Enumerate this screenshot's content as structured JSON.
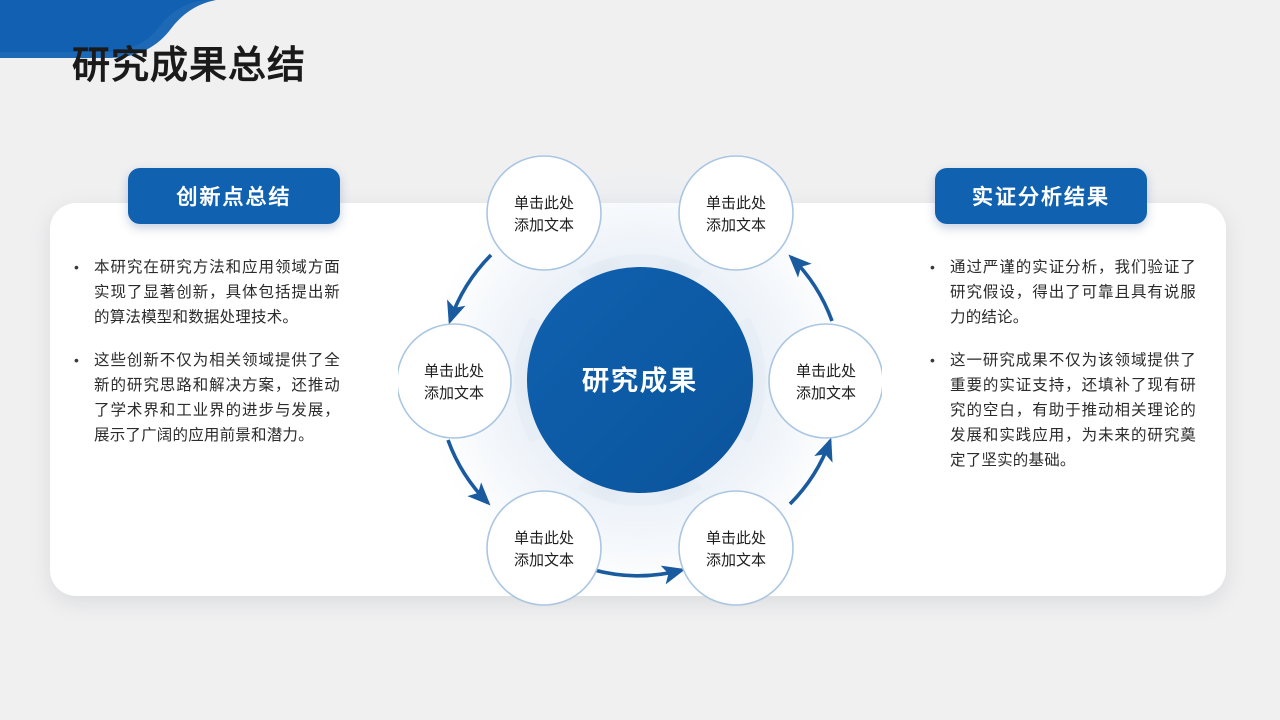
{
  "slide": {
    "title": "研究成果总结",
    "background_color": "#f0f0f1",
    "accent_color": "#1061b0",
    "deco_color": "#15599f"
  },
  "left_panel": {
    "header": "创新点总结",
    "bullets": [
      {
        "marker": "•",
        "text": "本研究在研究方法和应用领域方面实现了显著创新，具体包括提出新的算法模型和数据处理技术。"
      },
      {
        "marker": "•",
        "text": "这些创新不仅为相关领域提供了全新的研究思路和解决方案，还推动了学术界和工业界的进步与发展，展示了广阔的应用前景和潜力。"
      }
    ]
  },
  "right_panel": {
    "header": "实证分析结果",
    "bullets": [
      {
        "marker": "•",
        "text": "通过严谨的实证分析，我们验证了研究假设，得出了可靠且具有说服力的结论。"
      },
      {
        "marker": "•",
        "text": "这一研究成果不仅为该领域提供了重要的实证支持，还填补了现有研究的空白，有助于推动相关理论的发展和实践应用，为未来的研究奠定了坚实的基础。"
      }
    ]
  },
  "diagram": {
    "center": {
      "label": "研究成果",
      "fill": "#0b5fad"
    },
    "node_fill": "#ffffff",
    "node_stroke": "#aac6e2",
    "wedge_color": "#dde5ef",
    "arrow_color": "#1a5a9e",
    "nodes": [
      {
        "id": "node-top-left",
        "line1": "单击此处",
        "line2": "添加文本"
      },
      {
        "id": "node-top-right",
        "line1": "单击此处",
        "line2": "添加文本"
      },
      {
        "id": "node-right",
        "line1": "单击此处",
        "line2": "添加文本"
      },
      {
        "id": "node-bottom-right",
        "line1": "单击此处",
        "line2": "添加文本"
      },
      {
        "id": "node-bottom-left",
        "line1": "单击此处",
        "line2": "添加文本"
      },
      {
        "id": "node-left",
        "line1": "单击此处",
        "line2": "添加文本"
      }
    ]
  }
}
